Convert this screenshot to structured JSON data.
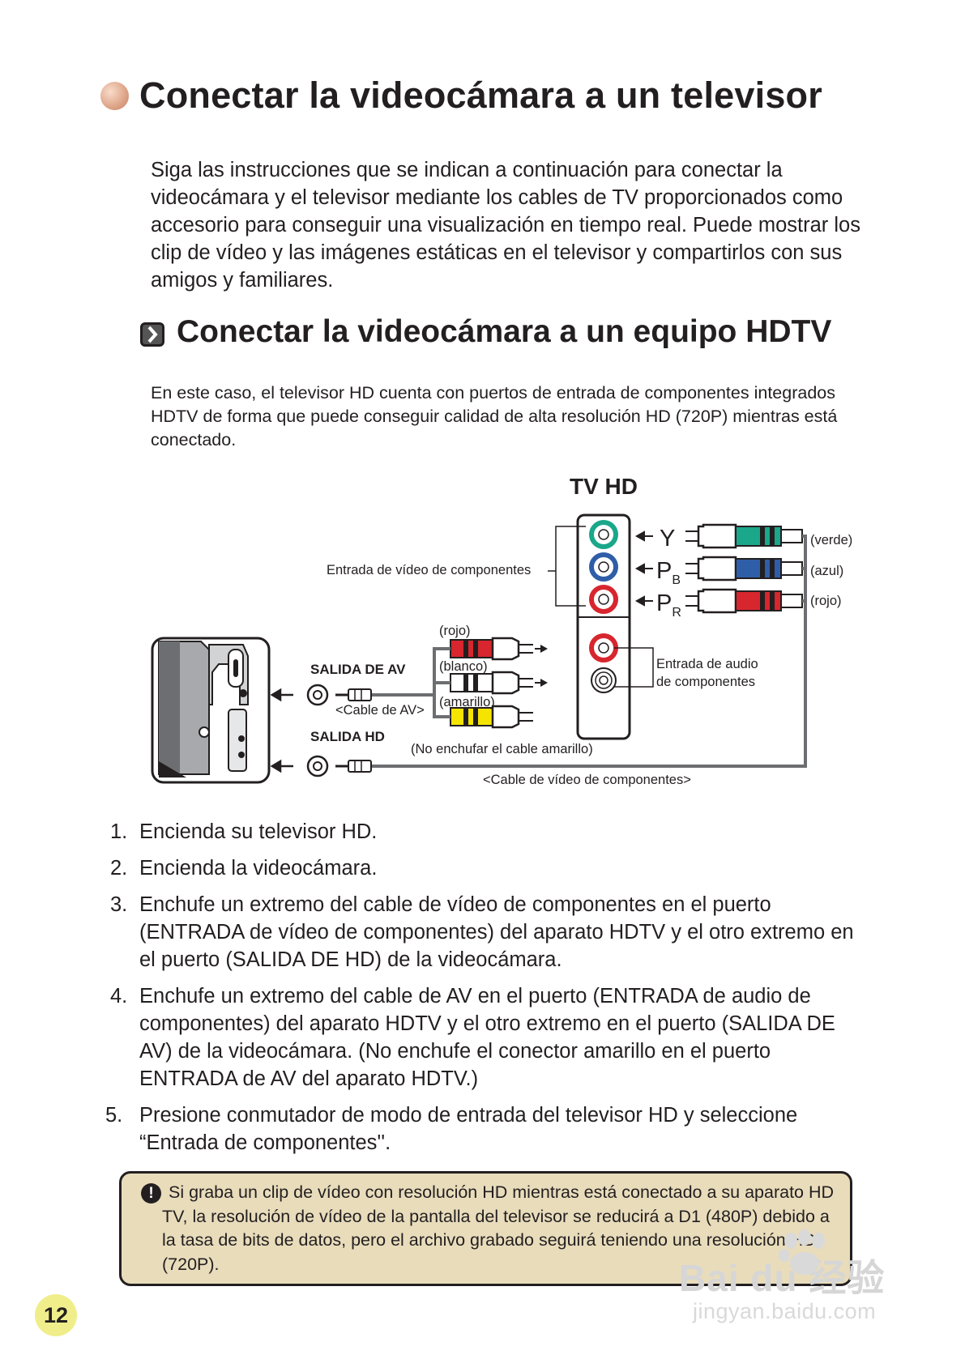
{
  "title": "Conectar la videocámara a un televisor",
  "intro": "Siga las instrucciones que se indican a continuación para conectar la videocámara y el televisor mediante los cables de TV proporcionados como accesorio para conseguir una visualización en tiempo real. Puede mostrar los clip de vídeo y las imágenes estáticas en el televisor y compartirlos con sus amigos y familiares.",
  "subtitle": "Conectar la videocámara a un equipo HDTV",
  "hdtv_paragraph": "En este caso, el televisor HD cuenta con puertos de entrada de componentes integrados HDTV de forma que puede conseguir calidad de alta resolución HD (720P) mientras está conectado.",
  "diagram": {
    "tv_label": "TV HD",
    "component_video_input": "Entrada de vídeo de componentes",
    "y_label": "Y",
    "pb_label": "P",
    "pb_sub": "B",
    "pr_label": "P",
    "pr_sub": "R",
    "green": "(verde)",
    "blue": "(azul)",
    "red_right": "(rojo)",
    "red_left": "(rojo)",
    "white": "(blanco)",
    "yellow": "(amarillo)",
    "audio_input_line1": "Entrada de audio",
    "audio_input_line2": "de componentes",
    "av_out": "SALIDA DE AV",
    "hd_out": "SALIDA HD",
    "av_cable": "<Cable de AV>",
    "no_yellow": "(No enchufar el cable amarillo)",
    "component_cable": "<Cable de vídeo de componentes>",
    "colors": {
      "green": "#1aa78a",
      "blue": "#2f5ea8",
      "red": "#d7262e",
      "yellow": "#f5e400"
    }
  },
  "steps": [
    {
      "num": "1.",
      "text": "Encienda su televisor HD."
    },
    {
      "num": "2.",
      "text": "Encienda la videocámara."
    },
    {
      "num": "3.",
      "text": "Enchufe un extremo del cable de vídeo de componentes en el puerto (ENTRADA de vídeo de componentes) del aparato HDTV y el otro extremo en el puerto (SALIDA DE HD) de la videocámara."
    },
    {
      "num": "4.",
      "text": "Enchufe un extremo del cable de AV en el puerto (ENTRADA de audio de componentes) del aparato HDTV y el otro extremo en el puerto (SALIDA DE AV) de la videocámara. (No enchufe el conector amarillo en el puerto ENTRADA de AV del aparato HDTV.)"
    },
    {
      "num": "5.",
      "text": "Presione conmutador de modo de entrada del televisor HD y seleccione “Entrada de componentes''."
    }
  ],
  "note": {
    "icon": "exclamation-icon",
    "text": "Si graba un clip de vídeo con resolución HD mientras está conectado a su aparato HD TV, la resolución de vídeo de la pantalla del televisor se reducirá a D1 (480P) debido a la tasa de bits de datos, pero el archivo grabado seguirá teniendo una resolución HD (720P)."
  },
  "page_number": "12",
  "watermark": {
    "logo": "Bai du 经验",
    "url": "jingyan.baidu.com"
  }
}
